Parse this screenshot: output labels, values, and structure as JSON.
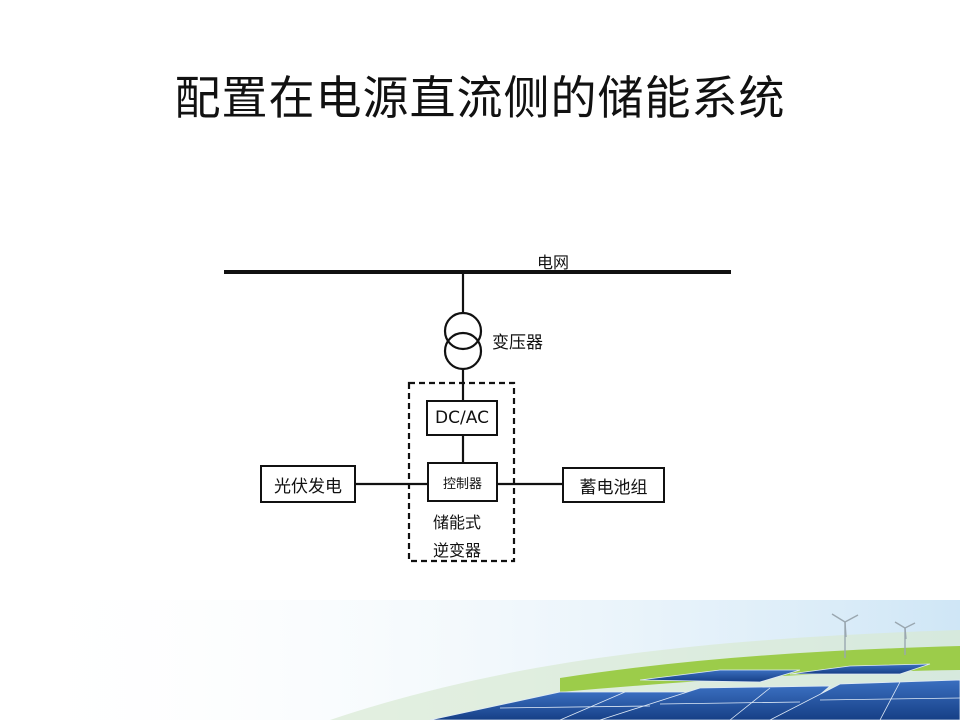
{
  "slide": {
    "title": "配置在电源直流侧的储能系统"
  },
  "diagram": {
    "grid_label": "电网",
    "transformer_label": "变压器",
    "converter_label": "DC/AC",
    "controller_label": "控制器",
    "pv_label": "光伏发电",
    "battery_label": "蓄电池组",
    "inverter_label_line1": "储能式",
    "inverter_label_line2": "逆变器"
  },
  "colors": {
    "line": "#111111",
    "sky_top": "#ffffff",
    "sky_bottom": "#cfe6f6",
    "grass": "#9ccc4a",
    "panel": "#1f4f9e"
  }
}
